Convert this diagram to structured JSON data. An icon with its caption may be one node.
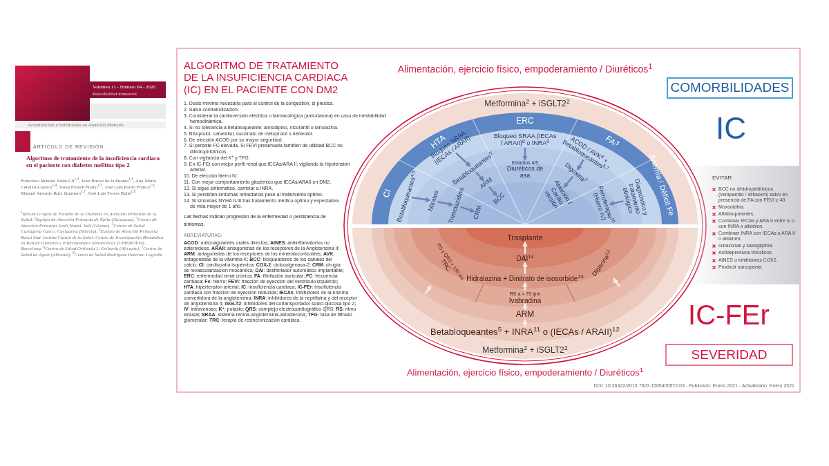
{
  "diagram": {
    "title": "ALGORITMO DE TRATAMIENTO DE LA INSUFICIENCIA CARDIACA (IC) EN EL PACIENTE CON DM2",
    "nodes": [
      {
        "text": [
          "COMORBILIDADES"
        ]
      },
      {
        "text": [
          "CI"
        ]
      },
      {
        "text": [
          "HTA"
        ]
      },
      {
        "text": [
          "ERC"
        ]
      },
      {
        "text": [
          "FA$^{3}$"
        ]
      },
      {
        "text": [
          "Anemia / Déficit Fe"
        ]
      },
      {
        "text": [
          "Betabloqueantes$^{4,5}$"
        ]
      },
      {
        "text": [
          "Nitratos"
        ]
      },
      {
        "text": [
          "Trimetazidina"
        ]
      },
      {
        "text": [
          "CRM"
        ]
      },
      {
        "text": [
          "Bloqueo SRAA (IECAs / ARAII)"
        ]
      },
      {
        "text": [
          "Betabloqueantes$^{5}$"
        ]
      },
      {
        "text": [
          "ARM"
        ]
      },
      {
        "text": [
          "BCC"
        ]
      },
      {
        "text": [
          "Bloqueo SRAA (IECAs / ARAII)$^{8}$ o INRA$^{9}$"
        ]
      },
      {
        "text": [
          "Estadios 4/5",
          "Diuréticos de asa"
        ]
      },
      {
        "text": [
          "ACOD / AVK$^{6}$ + Betabloqueantes$^{5,7}$"
        ]
      },
      {
        "text": [
          "Digoxina$^{7}$"
        ]
      },
      {
        "text": [
          "Ablación / Cardio versión"
        ]
      },
      {
        "text": [
          "Diagnóstico y tratamiento etiológico"
        ]
      },
      {
        "text": [
          "Ferroterapia$^{10}$ (Hierro IV)"
        ]
      },
      {
        "text": [
          "EVITAR",
          "BCC no dihidropiridínicos (verapamilo / diltiazem) salvo en presencia de FA con FEVI ≥ 40.",
          "Moxonidina.",
          "Alfabloqueantes.",
          "Combinar IECAs y ARA II entre sí o con INRA o aliskiren.",
          "Combinar INRA con IECAs o ARA II o aliskiren.",
          "Glitazonas y saxagliptina.",
          "Antidepresivos tricíclicos.",
          "AINES o inhibidores COX2.",
          "Producir sarcopenia."
        ]
      },
      {
        "text": [
          "Trasplante"
        ]
      },
      {
        "text": [
          "DAI$^{14}$"
        ]
      },
      {
        "text": [
          "RS y QRS > 130 ms",
          "TRC"
        ]
      },
      {
        "text": [
          "Hidralazina + Dinitrato de isosorbide$^{13}$"
        ]
      },
      {
        "text": [
          "Digoxina$^{13}$"
        ]
      },
      {
        "text": [
          "RS a > 70 lpm",
          "Ivabradina"
        ]
      },
      {
        "text": [
          "ARM"
        ]
      },
      {
        "text": [
          "Betabloqueantes$^{5}$ + INRA$^{11}$ o (IECAs / ARAII)$^{12}$"
        ]
      },
      {
        "text": [
          "SEVERIDAD"
        ]
      }
    ],
    "edges": [
      {
        "from": 6,
        "to": 7,
        "arrow": "to"
      },
      {
        "from": 7,
        "to": 8,
        "arrow": "to"
      },
      {
        "from": 8,
        "to": 9,
        "arrow": "to"
      },
      {
        "from": 10,
        "to": 11,
        "arrow": "to"
      },
      {
        "from": 11,
        "to": 12,
        "arrow": "to"
      },
      {
        "from": 12,
        "to": 13,
        "arrow": "to"
      },
      {
        "from": 14,
        "to": 15,
        "arrow": "to"
      },
      {
        "from": 16,
        "to": 17,
        "arrow": "to"
      },
      {
        "from": 17,
        "to": 18,
        "arrow": "to"
      },
      {
        "from": 19,
        "to": 20,
        "arrow": "to"
      },
      {
        "from": 29,
        "to": 28,
        "arrow": "to",
        "color": "#f7ece7"
      },
      {
        "from": 28,
        "to": 27,
        "arrow": "to",
        "color": "#f7ece7"
      },
      {
        "from": 27,
        "to": 25,
        "arrow": "to",
        "color": "#f7ece7"
      },
      {
        "from": 25,
        "to": 23,
        "arrow": "to",
        "color": "#f7ece7"
      },
      {
        "from": 23,
        "to": 22,
        "arrow": "to",
        "color": "#f7ece7"
      },
      {
        "from": null,
        "to": 24,
        "arrow": "to",
        "color": "#f7ece7"
      },
      {
        "from": null,
        "to": 26,
        "arrow": "to",
        "color": "#f7ece7"
      }
    ],
    "labels": [
      "Volumen 11 - Número 04 - 2020",
      "Periodicidad trimestral",
      "Actualización y habilidades en Atención Primaria",
      "ARTÍCULO DE REVISIÓN",
      "Algoritmo de tratamiento de la insuficiencia cardiaca en el paciente con diabetes mellitus tipo 2",
      "Francisco Manuel Adán Gil$^{1,2}$, Joan Barrot de la Puente$^{1,3}$, Ana María Cebrián-Cuenca$^{1,4}$, Josep Franch-Nadal$^{1,5}$, José Luis Pardo Franco$^{1,6}$, Manuel Antonio Ruiz Quintero$^{1,7}$, José Luis Torres Baile$^{1,8}$",
      "$^{1}$Red de Grupos de Estudio de la Diabetes en Atención Primaria de la Salud. $^{2}$Equipo de Atención Primaria de Épila (Zaragoza). $^{3}$Centro de Atención Primaria Jordi Nadal. Salt (Girona). $^{4}$Centro de Salud Cartagena Casco. Cartagena (Murcia). $^{5}$Equipo de Atención Primaria Raval Sud. Institut Català de la Salut. Centro de Investigación Biomédica en Red de Diabetes y Enfermedades Metabólicas (CIBERDEM). Barcelona. $^{6}$Centro de Salud Orihuela 1. Orihuela (Alicante). $^{7}$Centro de Salud de Agost (Alicante). $^{8}$Centro de Salud Rodríguez Paterna. Logroño",
      "Alimentación, ejercicio físico, empoderamiento / Diuréticos$^{1}$",
      "Metformina$^{2}$ + iSGLT2$^{2}$",
      "IC",
      "1. Dosis mínima necesaria para el control de la congestión, si precisa.",
      "2. Salvo contraindicación.",
      "3. Considerar la cardioversión eléctrica o farmacológica (amiodarona) en caso de inestabilidad hemodinámica.",
      "4. Si no tolerancia a betabloqueante: amlodipino, nicorantil o ranolazina.",
      "5. Bisoprolol, carvedilol, succinato de metoprolol o nebivolol.",
      "6. De elección ACOD por su mayor seguridad.",
      "7. Si persiste FC elevada. Si FEVI preservada también de utilidad BCC no dihidropiridínicos.",
      "8. Con vigilancia del K$^{+}$ y TFG.",
      "9. En IC-FEr con mejor perfil renal que IECAs/ARA II, vigilando la hipotensión arterial.",
      "10. De elección hierro IV.",
      "11. Con mejor comportamiento glucémico que IECAs/ARAII en DM2.",
      "12. Si sigue sintomático, cambiar a INRA.",
      "13. Si persisten síntomas refractarios pese al tratamiento óptimo.",
      "14. Si síntomas NYHA II-III tras tratamiento médico óptimo y expectativa de vida mayor de 1 año.",
      "Las flechas indican progresión de la enfermedad o persistencia de síntomas.",
      "ABREVIATURAS:",
      "**ACOD**: anticoagulantes orales directos; **AINES**: antiinflamatorios no esteroideos. **ARAII**: antagonistas de los receptores de la Angiotensina II; **ARM**: antagonistas de los receptores de los mineralocorticoides; **AVK**: antagonistas de la vitamina K; **BCC**: bloqueadores de los canales del calcio; **CI**: cardiopatía isquémica; **COX-2**: ciclooxigenasa-2; **CRM**: cirugía de revascularización miocárdica; **DAI**: desfibriador automático implantable; **ERC**: enfermedad renal crónica; **FA**: fibrilación auricular; **FC**: frecuencia cardiaca; **Fe**: hierro; **FEVI**: fracción de eyección del ventrículo izquierdo; **HTA**: hipertensión arterial; **IC**: insuficiencia cardiaca; **IC-FEr**: insuficiencia cardiaca con fracción de eyección reducida; **IECAs**: inhibidores de la enzima convertidora de la angiotensina; **INRA**: inhibidores de la neprilisina y del receptor de angiotensina II; **iSGLT2**: inhibidores del cotransportador sodio-glucosa tipo 2; **IV**: intravenoso; **K$^{+}$**: potasio; **QRS**: complejo electrocardiográfico QRS; **RS**: ritmo sinusal; **SRAA**: sistema renina-angiotensina-aldosterona; **TFG**: tasa de filtrado glomerular; **TRC**: terapia de resincronización cardiaca.",
      "Metformina$^{2}$ + iSGLT2$^{2}$",
      "Alimentación, ejercicio físico, empoderamiento / Diuréticos$^{1}$",
      "IC-FEr",
      "DOI: 10.26322/2013.7923.1505400572.03 - Publicado: Enero 2021 - Actualizado: Enero 2021"
    ]
  }
}
